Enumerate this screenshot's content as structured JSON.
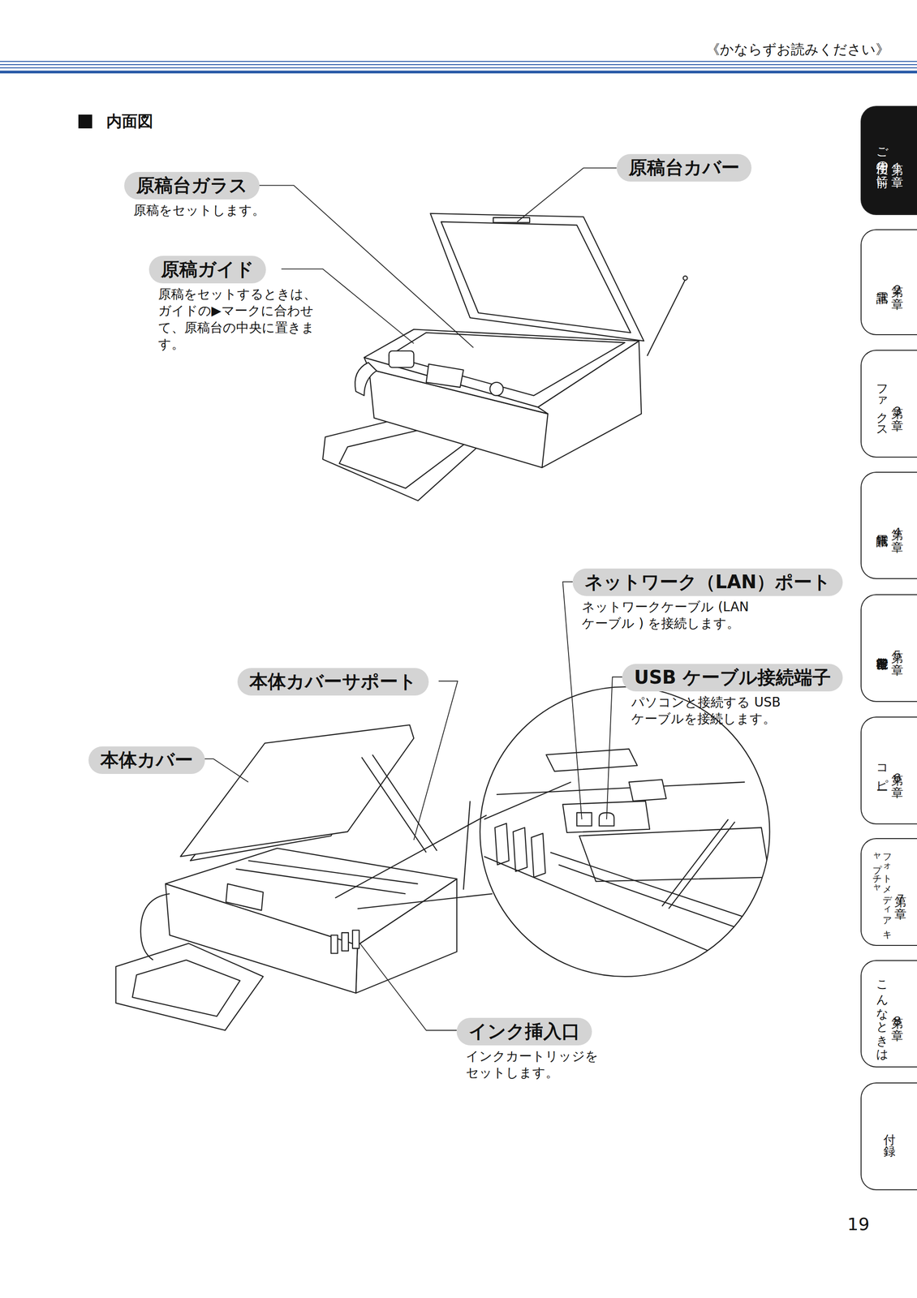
{
  "diagram": {
    "title": "内面図",
    "nodes": [
      {
        "text": [
          "原稿台ガラス",
          "原稿をセットします。"
        ]
      },
      {
        "text": [
          "原稿台カバー"
        ]
      },
      {
        "text": [
          "原稿ガイド",
          "原稿をセットするときは、ガイドの▶マークに合わせて、原稿台の中央に置きます。"
        ]
      },
      {
        "text": [
          "ネットワーク（LAN）ポート",
          "ネットワークケーブル (LAN ケーブル ) を接続します。"
        ]
      },
      {
        "text": [
          "本体カバーサポート"
        ]
      },
      {
        "text": [
          "USB ケーブル接続端子",
          "パソコンと接続する USB ケーブルを接続します。"
        ]
      },
      {
        "text": [
          "本体カバー"
        ]
      },
      {
        "text": [
          "インク挿入口",
          "インクカートリッジをセットします。"
        ]
      },
      {
        "text": [
          "第１章",
          "ご使用の前に"
        ]
      },
      {
        "text": [
          "第２章",
          "電話"
        ]
      },
      {
        "text": [
          "第３章",
          "ファクス"
        ]
      },
      {
        "text": [
          "第４章",
          "電話帳"
        ]
      },
      {
        "text": [
          "第５章",
          "留守番機能"
        ]
      },
      {
        "text": [
          "第６章",
          "コピー"
        ]
      },
      {
        "text": [
          "第７章",
          "フォトメディア キャプチャ"
        ]
      },
      {
        "text": [
          "第８章",
          "こんなときは"
        ]
      },
      {
        "text": [
          "付録"
        ]
      }
    ],
    "labels": [
      "《かならずお読みください》",
      "19"
    ]
  }
}
